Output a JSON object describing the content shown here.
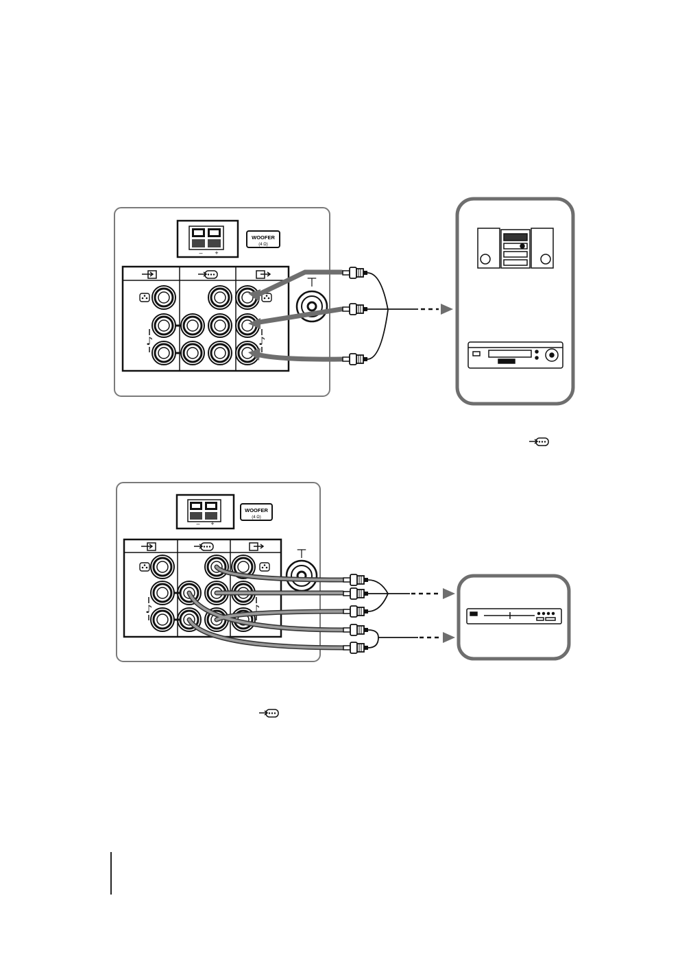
{
  "diagram_top": {
    "woofer_label": "WOOFER",
    "woofer_impedance": "(4 Ω)",
    "terminal_minus": "–",
    "terminal_plus": "+",
    "antenna_symbol": "⊤",
    "section_icons": [
      "input-icon",
      "monitor-out-icon",
      "output-icon"
    ],
    "devices": [
      "mini-hifi-system",
      "md-deck"
    ]
  },
  "inline_icon": "monitor-out-icon",
  "diagram_bottom": {
    "woofer_label": "WOOFER",
    "woofer_impedance": "(4 Ω)",
    "terminal_minus": "–",
    "terminal_plus": "+",
    "antenna_symbol": "⊤",
    "section_icons": [
      "input-icon",
      "monitor-out-icon",
      "output-icon"
    ],
    "devices": [
      "dvd-player"
    ]
  },
  "colors": {
    "line": "#222222",
    "cable": "#6e6e6e",
    "panel_border": "#7a7a7a",
    "device_box": "#6e6e6e"
  }
}
